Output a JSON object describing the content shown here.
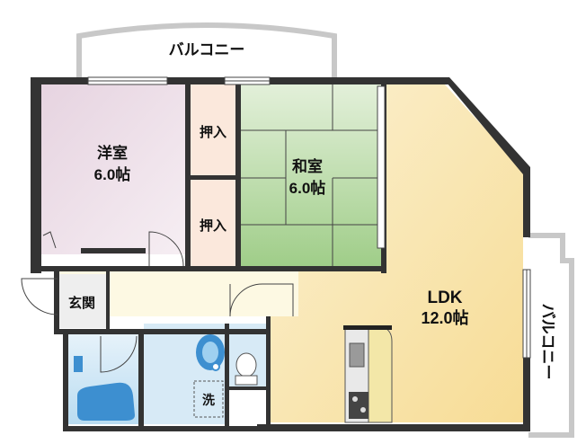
{
  "rooms": {
    "western": {
      "name": "洋室",
      "size": "6.0帖",
      "color": "#ecdde7"
    },
    "japanese": {
      "name": "和室",
      "size": "6.0帖",
      "color": "#bfdcae"
    },
    "ldk": {
      "name": "LDK",
      "size": "12.0帖",
      "color": "#fbedc3"
    },
    "closet_upper": {
      "name": "押入"
    },
    "closet_lower": {
      "name": "押入"
    },
    "entrance": {
      "name": "玄関"
    },
    "washroom": {
      "name": "洗"
    }
  },
  "balconies": {
    "top": {
      "label": "バルコニー"
    },
    "right": {
      "label": "バルコニー"
    }
  },
  "colors": {
    "wall": "#333333",
    "bath": "#cfe6f4",
    "hall": "#fdf9e3",
    "closet": "#fbe8dc",
    "toilet": "#d7eaf6",
    "fixture_blue": "#3d8fd0"
  }
}
